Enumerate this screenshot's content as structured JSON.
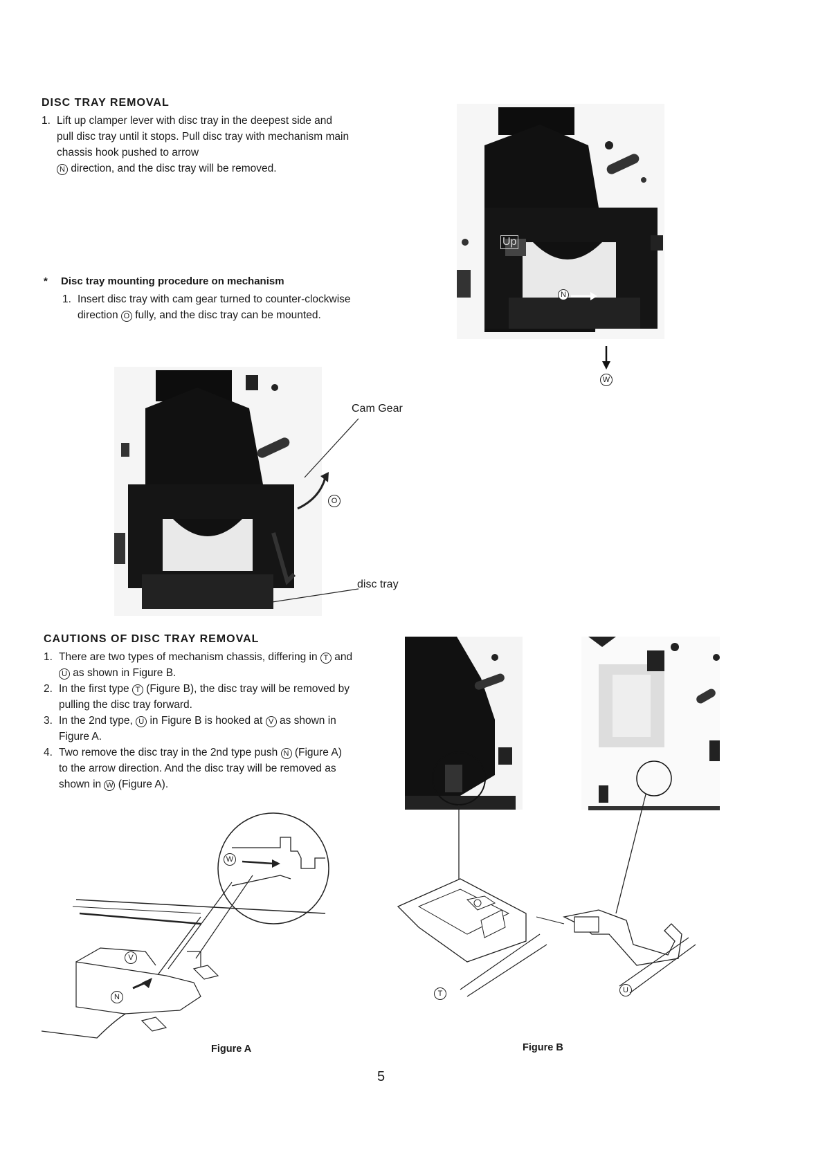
{
  "section1": {
    "title": "DISC TRAY REMOVAL",
    "steps": [
      {
        "num": "1.",
        "text_a": "Lift up clamper lever with disc tray in the deepest side and pull disc tray until it stops. Pull disc tray with mechanism main chassis hook pushed to arrow",
        "mark": "N",
        "text_b": "direction, and the disc tray will be removed."
      }
    ]
  },
  "section2": {
    "title": "Disc tray mounting procedure on mechanism",
    "bullet": "*",
    "steps": [
      {
        "num": "1.",
        "text_a": "Insert disc tray with cam gear turned to counter-clockwise direction",
        "mark": "O",
        "text_b": "fully, and the disc tray can be mounted."
      }
    ]
  },
  "photo_top": {
    "mark_up": "Up",
    "mark_n": "N",
    "mark_w": "W"
  },
  "photo_mid": {
    "label_cam": "Cam Gear",
    "label_tray": "disc tray",
    "mark_o": "O"
  },
  "section3": {
    "title": "CAUTIONS OF DISC TRAY REMOVAL",
    "steps": [
      {
        "num": "1.",
        "parts": [
          "There are two types of mechanism chassis, differing in ",
          "T",
          " and ",
          "U",
          " as shown in Figure B."
        ]
      },
      {
        "num": "2.",
        "parts": [
          "In the first type ",
          "T",
          " (Figure B), the disc tray will be removed by pulling the disc tray forward."
        ]
      },
      {
        "num": "3.",
        "parts": [
          "In the 2nd type, ",
          "U",
          " in Figure B is hooked at ",
          "V",
          " as shown in Figure A."
        ]
      },
      {
        "num": "4.",
        "parts": [
          "Two remove the disc tray in the 2nd type push ",
          "N",
          " (Figure A) to the arrow direction. And the disc tray will be removed as shown in ",
          "W",
          " (Figure A)."
        ]
      }
    ]
  },
  "figureA": {
    "caption": "Figure A",
    "mark_w": "W",
    "mark_v": "V",
    "mark_n": "N"
  },
  "figureB": {
    "caption": "Figure B",
    "mark_t": "T",
    "mark_u": "U"
  },
  "page_number": "5"
}
